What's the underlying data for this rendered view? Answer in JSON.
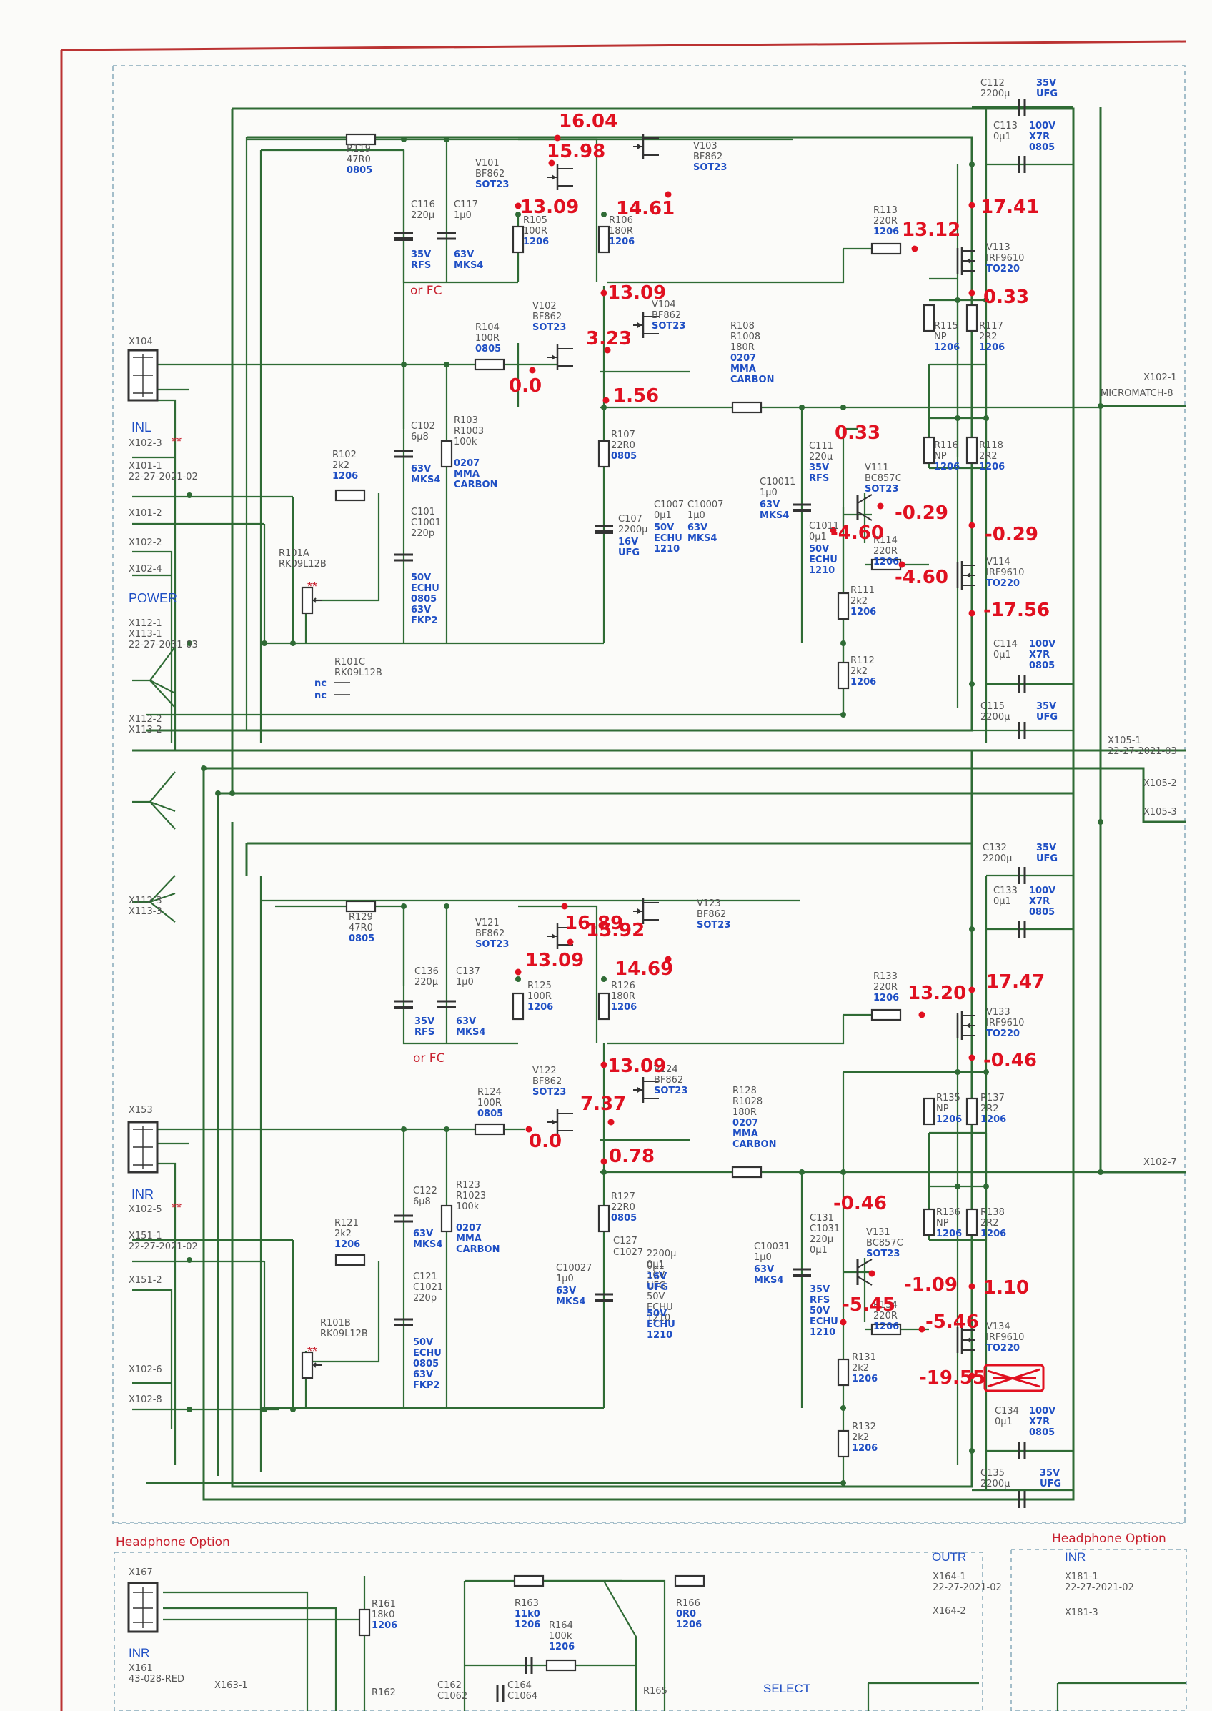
{
  "sections": {
    "inl_connector": "X104",
    "inl_label": "INL",
    "inl_ref": "X102-3",
    "power_label": "POWER",
    "inr_connector": "X153",
    "inr_label": "INR",
    "inr_ref": "X102-5",
    "headphone_option": "Headphone Option",
    "outr": "OUTR",
    "select": "SELECT",
    "micromatch": "MICROMATCH-8",
    "double_star": "**"
  },
  "connectors": [
    {
      "ref": "X101-1",
      "part": "22-27-2021-02"
    },
    {
      "ref": "X101-2"
    },
    {
      "ref": "X102-2"
    },
    {
      "ref": "X102-4"
    },
    {
      "ref": "X112-1",
      "ref2": "X113-1",
      "part": "22-27-2031-03"
    },
    {
      "ref": "X112-2",
      "ref2": "X113-2"
    },
    {
      "ref": "X112-3",
      "ref2": "X113-3"
    },
    {
      "ref": "X151-1",
      "part": "22-27-2021-02"
    },
    {
      "ref": "X151-2"
    },
    {
      "ref": "X102-6"
    },
    {
      "ref": "X102-8"
    },
    {
      "ref": "X102-1"
    },
    {
      "ref": "X105-1",
      "part": "22-27-2021-03"
    },
    {
      "ref": "X105-2"
    },
    {
      "ref": "X105-3"
    },
    {
      "ref": "X102-7"
    },
    {
      "ref": "X167"
    },
    {
      "ref": "X161",
      "part": "43-028-RED"
    },
    {
      "ref": "X163-1"
    },
    {
      "ref": "X164-1",
      "part": "22-27-2021-02"
    },
    {
      "ref": "X164-2"
    },
    {
      "ref": "X181-1",
      "part": "22-27-2021-02"
    },
    {
      "ref": "X181-3"
    }
  ],
  "parts_top": {
    "R119": [
      "R119",
      "47R0",
      "0805"
    ],
    "C116": [
      "C116",
      "220µ",
      "35V",
      "RFS",
      "or FC"
    ],
    "C117": [
      "C117",
      "1µ0",
      "63V",
      "MKS4"
    ],
    "V101": [
      "V101",
      "BF862",
      "SOT23"
    ],
    "V103": [
      "V103",
      "BF862",
      "SOT23"
    ],
    "R105": [
      "R105",
      "100R",
      "1206"
    ],
    "R106": [
      "R106",
      "180R",
      "1206"
    ],
    "V102": [
      "V102",
      "BF862",
      "SOT23"
    ],
    "V104": [
      "V104",
      "BF862",
      "SOT23"
    ],
    "R104": [
      "R104",
      "100R",
      "0805"
    ],
    "R108": [
      "R108",
      "R1008",
      "180R",
      "0207",
      "MMA",
      "CARBON"
    ],
    "R107": [
      "R107",
      "22R0",
      "0805"
    ],
    "C107": [
      "C107",
      "2200µ",
      "16V",
      "UFG"
    ],
    "C1007": [
      "C1007",
      "0µ1",
      "50V",
      "ECHU",
      "1210"
    ],
    "C10007": [
      "C10007",
      "1µ0",
      "63V",
      "MKS4"
    ],
    "C102": [
      "C102",
      "6µ8",
      "63V",
      "MKS4"
    ],
    "R103": [
      "R103",
      "R1003",
      "100k",
      "0207",
      "MMA",
      "CARBON"
    ],
    "C101": [
      "C101",
      "C1001",
      "220p",
      "50V",
      "ECHU",
      "0805",
      "63V",
      "FKP2"
    ],
    "R102": [
      "R102",
      "2k2",
      "1206"
    ],
    "R101A": [
      "R101A",
      "RK09L12B"
    ],
    "R101C": [
      "R101C",
      "RK09L12B",
      "nc",
      "nc"
    ],
    "C112": [
      "C112",
      "2200µ",
      "35V",
      "UFG"
    ],
    "C113": [
      "C113",
      "0µ1",
      "100V",
      "X7R",
      "0805"
    ],
    "R113": [
      "R113",
      "220R",
      "1206"
    ],
    "V113": [
      "V113",
      "IRF9610",
      "TO220"
    ],
    "R115": [
      "R115",
      "NP",
      "1206"
    ],
    "R117": [
      "R117",
      "2R2",
      "1206"
    ],
    "R116": [
      "R116",
      "NP",
      "1206"
    ],
    "R118": [
      "R118",
      "2R2",
      "1206"
    ],
    "C111": [
      "C111",
      "220µ",
      "35V",
      "RFS"
    ],
    "C10011": [
      "C10011",
      "1µ0",
      "63V",
      "MKS4"
    ],
    "C1011": [
      "C1011",
      "0µ1",
      "50V",
      "ECHU",
      "1210"
    ],
    "V111": [
      "V111",
      "BC857C",
      "SOT23"
    ],
    "R114": [
      "R114",
      "220R",
      "1206"
    ],
    "V114": [
      "V114",
      "IRF9610",
      "TO220"
    ],
    "R111": [
      "R111",
      "2k2",
      "1206"
    ],
    "R112": [
      "R112",
      "2k2",
      "1206"
    ],
    "C114": [
      "C114",
      "0µ1",
      "100V",
      "X7R",
      "0805"
    ],
    "C115": [
      "C115",
      "2200µ",
      "35V",
      "UFG"
    ]
  },
  "parts_bottom": {
    "R129": [
      "R129",
      "47R0",
      "0805"
    ],
    "C136": [
      "C136",
      "220µ",
      "35V",
      "RFS",
      "or FC"
    ],
    "C137": [
      "C137",
      "1µ0",
      "63V",
      "MKS4"
    ],
    "V121": [
      "V121",
      "BF862",
      "SOT23"
    ],
    "V123": [
      "V123",
      "BF862",
      "SOT23"
    ],
    "R125": [
      "R125",
      "100R",
      "1206"
    ],
    "R126": [
      "R126",
      "180R",
      "1206"
    ],
    "V122": [
      "V122",
      "BF862",
      "SOT23"
    ],
    "V124": [
      "V124",
      "BF862",
      "SOT23"
    ],
    "R124": [
      "R124",
      "100R",
      "0805"
    ],
    "R128": [
      "R128",
      "R1028",
      "180R",
      "0207",
      "MMA",
      "CARBON"
    ],
    "R127": [
      "R127",
      "22R0",
      "0805"
    ],
    "C127": [
      "C127",
      "C1027",
      "2200µ",
      "0µ1",
      "16V",
      "UFG",
      "50V",
      "ECHU",
      "1210"
    ],
    "C10027": [
      "C10027",
      "1µ0",
      "63V",
      "MKS4"
    ],
    "C122": [
      "C122",
      "6µ8",
      "63V",
      "MKS4"
    ],
    "R123": [
      "R123",
      "R1023",
      "100k",
      "0207",
      "MMA",
      "CARBON"
    ],
    "C121": [
      "C121",
      "C1021",
      "220p",
      "50V",
      "ECHU",
      "0805",
      "63V",
      "FKP2"
    ],
    "R121": [
      "R121",
      "2k2",
      "1206"
    ],
    "R101B": [
      "R101B",
      "RK09L12B"
    ],
    "C132": [
      "C132",
      "2200µ",
      "35V",
      "UFG"
    ],
    "C133": [
      "C133",
      "0µ1",
      "100V",
      "X7R",
      "0805"
    ],
    "R133": [
      "R133",
      "220R",
      "1206"
    ],
    "V133": [
      "V133",
      "IRF9610",
      "TO220"
    ],
    "R135": [
      "R135",
      "NP",
      "1206"
    ],
    "R137": [
      "R137",
      "2R2",
      "1206"
    ],
    "R136": [
      "R136",
      "NP",
      "1206"
    ],
    "R138": [
      "R138",
      "2R2",
      "1206"
    ],
    "C131": [
      "C131",
      "C1031",
      "220µ",
      "0µ1",
      "35V",
      "RFS",
      "50V",
      "ECHU",
      "1210"
    ],
    "C10031": [
      "C10031",
      "1µ0",
      "63V",
      "MKS4"
    ],
    "V131": [
      "V131",
      "BC857C",
      "SOT23"
    ],
    "R134": [
      "R134",
      "220R",
      "1206"
    ],
    "V134": [
      "V134",
      "IRF9610",
      "TO220"
    ],
    "R131": [
      "R131",
      "2k2",
      "1206"
    ],
    "R132": [
      "R132",
      "2k2",
      "1206"
    ],
    "C134": [
      "C134",
      "0µ1",
      "100V",
      "X7R",
      "0805"
    ],
    "C135": [
      "C135",
      "2200µ",
      "35V",
      "UFG"
    ]
  },
  "parts_headphone": {
    "R161": [
      "R161",
      "18k0",
      "1206"
    ],
    "R163": [
      "R163",
      "11k0",
      "1206"
    ],
    "R164": [
      "R164",
      "100k",
      "1206"
    ],
    "R166": [
      "R166",
      "0R0",
      "1206"
    ],
    "C162": [
      "C162",
      "C1062"
    ],
    "C164": [
      "C164",
      "C1064"
    ],
    "R162": [
      "R162"
    ],
    "R165": [
      "R165"
    ]
  },
  "measurements": {
    "top_v103_d": "16.04",
    "top_v101_d": "15.98",
    "top_v101_s": "13.09",
    "top_v103_s": "14.61",
    "top_r113": "13.12",
    "top_v113_s": "17.41",
    "top_v104_d": "13.09",
    "top_v102_g": "0.0",
    "top_v104_g": "3.23",
    "top_v102_s": "1.56",
    "top_v113_d": "0.33",
    "top_v111_e": "0.33",
    "top_v111_c": "-0.29",
    "top_v114_s": "-0.29",
    "top_v111_b": "-4.60",
    "top_v114_g": "-4.60",
    "top_v114_d": "-17.56",
    "bot_v123_d": "16.89",
    "bot_v121_d": "15.92",
    "bot_v121_s": "13.09",
    "bot_v123_s": "14.69",
    "bot_r133": "13.20",
    "bot_v133_s": "17.47",
    "bot_v124_d": "13.09",
    "bot_v124_g": "7.37",
    "bot_v122_g": "0.0",
    "bot_v122_s": "0.78",
    "bot_v133_d": "-0.46",
    "bot_v131_e": "-0.46",
    "bot_v131_c": "-1.09",
    "bot_v134_s": "1.10",
    "bot_v131_b": "-5.45",
    "bot_v134_g": "-5.46",
    "bot_v134_d": "-19.55"
  }
}
